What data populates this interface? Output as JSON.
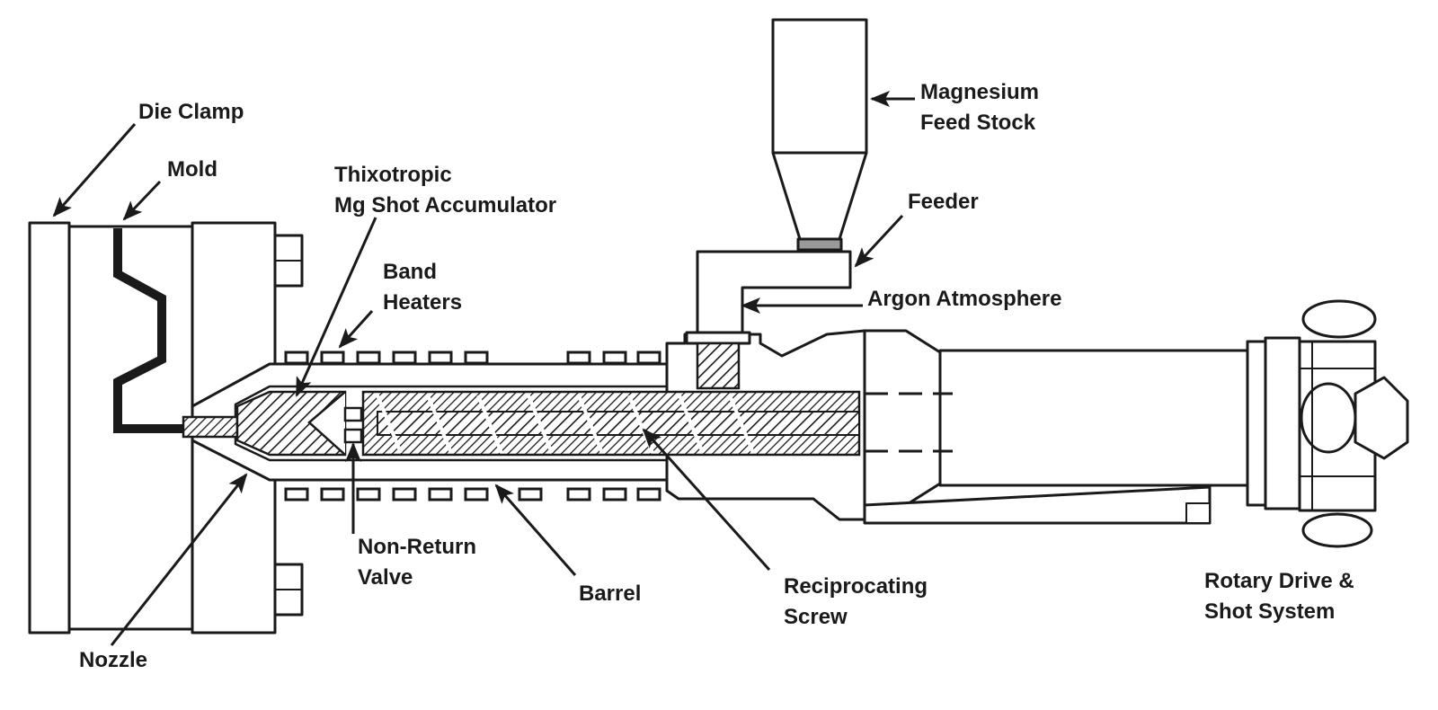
{
  "diagram": {
    "labels": {
      "die_clamp": "Die Clamp",
      "mold": "Mold",
      "accumulator_1": "Thixotropic",
      "accumulator_2": "Mg Shot Accumulator",
      "band_heaters_1": "Band",
      "band_heaters_2": "Heaters",
      "feed_stock_1": "Magnesium",
      "feed_stock_2": "Feed Stock",
      "feeder": "Feeder",
      "argon": "Argon Atmosphere",
      "non_return_1": "Non-Return",
      "non_return_2": "Valve",
      "barrel": "Barrel",
      "screw_1": "Reciprocating",
      "screw_2": "Screw",
      "rotary_1": "Rotary Drive &",
      "rotary_2": "Shot System",
      "nozzle": "Nozzle"
    },
    "colors": {
      "line": "#1a1a1a",
      "fill": "#ffffff",
      "hatch": "#1a1a1a",
      "feeder_pad": "#9a9a9a"
    }
  }
}
